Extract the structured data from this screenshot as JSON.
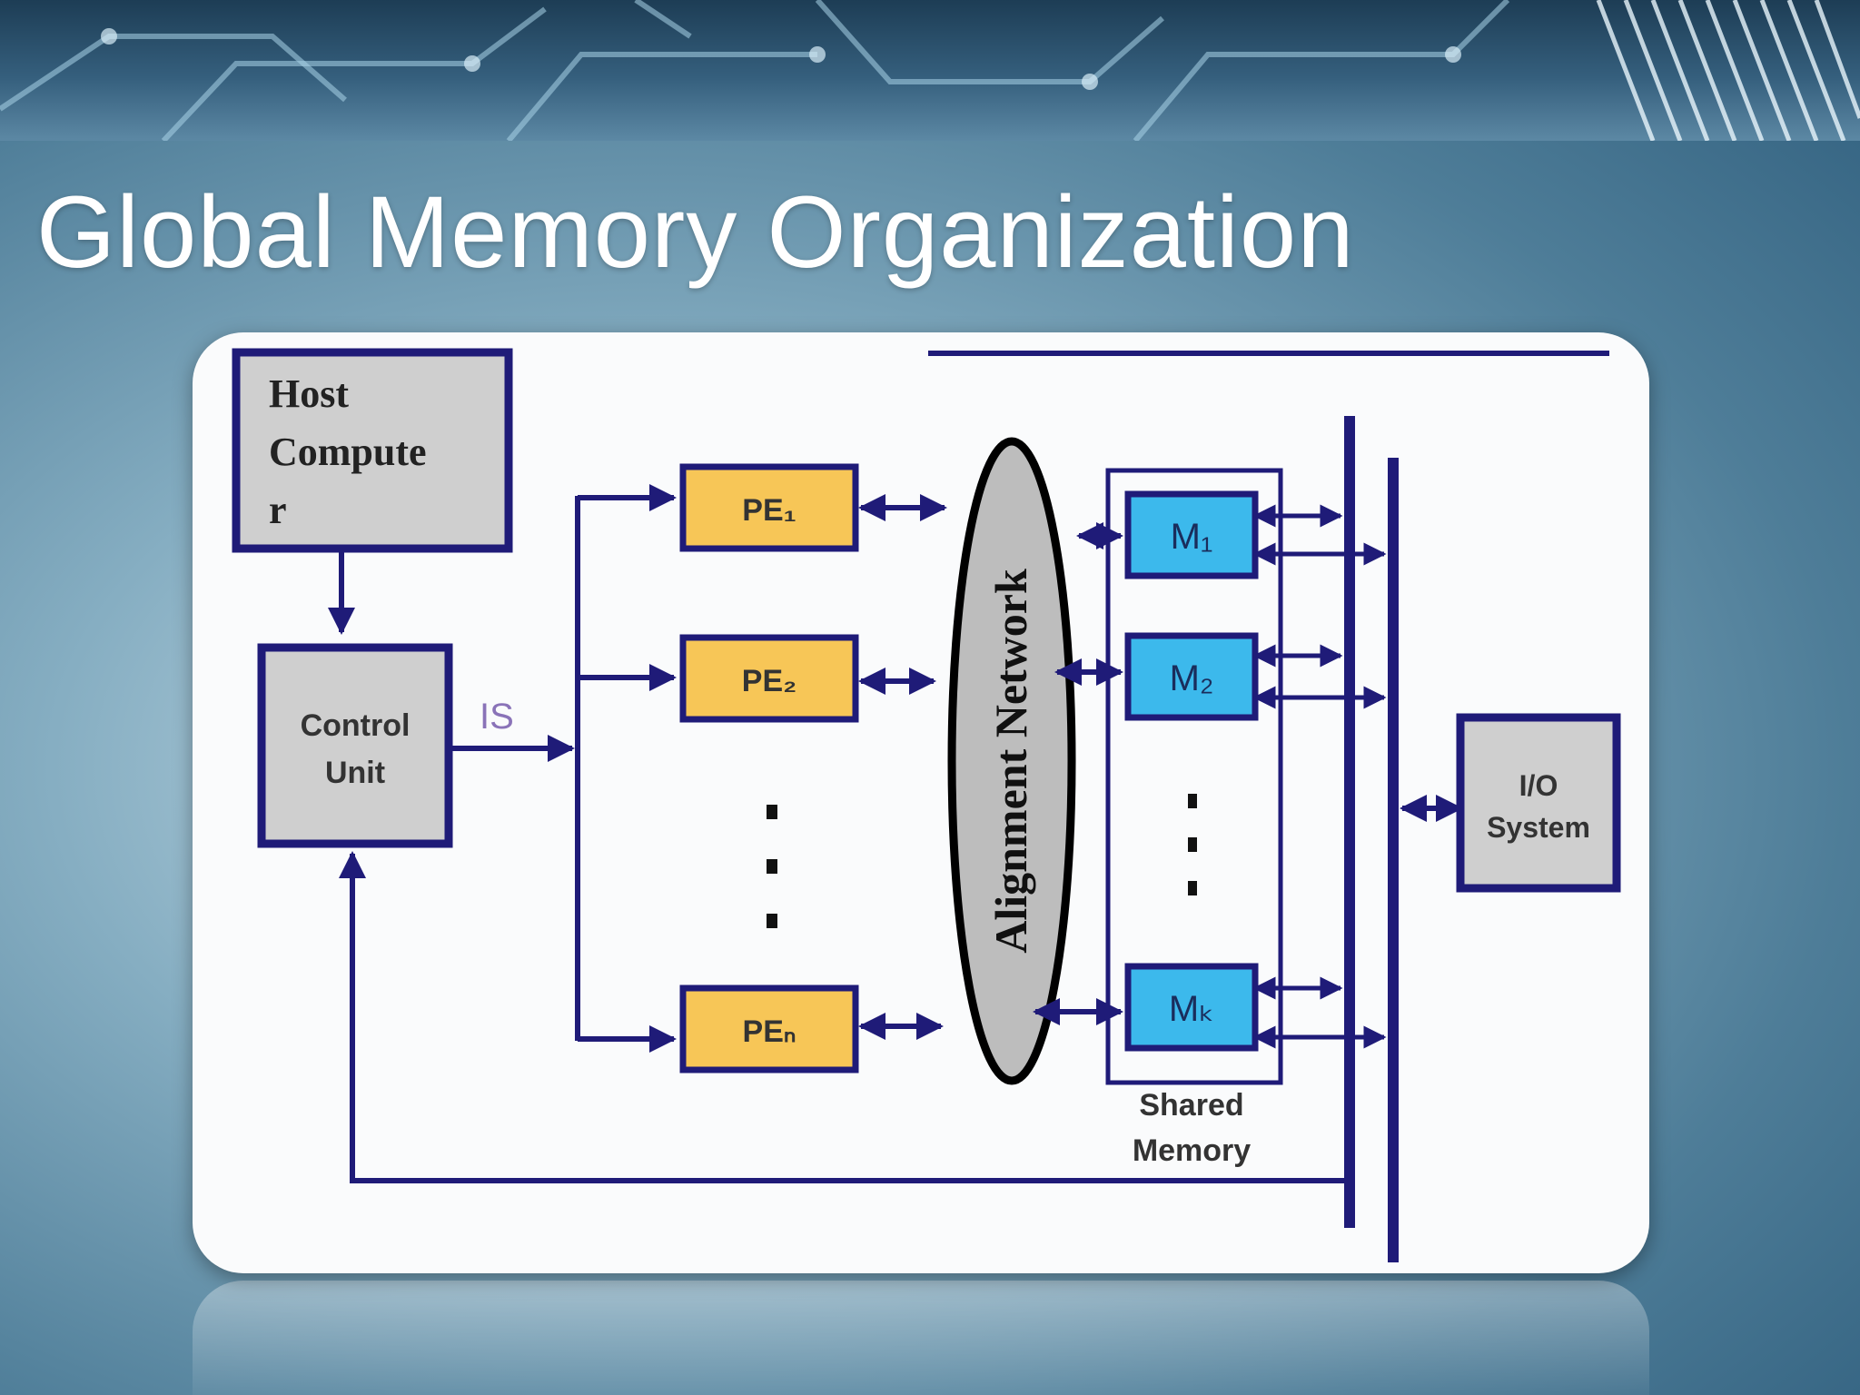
{
  "slide": {
    "title": "Global Memory Organization"
  },
  "diagram": {
    "host_computer": [
      "Host",
      "Compute",
      "r"
    ],
    "control_unit": [
      "Control",
      "Unit"
    ],
    "is_label": "IS",
    "pe_labels": [
      "PE₁",
      "PE₂",
      "PEₙ"
    ],
    "alignment_network": "Alignment Network",
    "memory_labels": [
      "M₁",
      "M₂",
      "Mₖ"
    ],
    "shared_memory": [
      "Shared",
      "Memory"
    ],
    "io_system": [
      "I/O",
      "System"
    ]
  },
  "colors": {
    "line": "#1f1b78",
    "pe_fill": "#f7c657",
    "mem_fill": "#3cb9ec",
    "box_fill": "#cfcfcf",
    "is_label": "#8a73b8"
  }
}
